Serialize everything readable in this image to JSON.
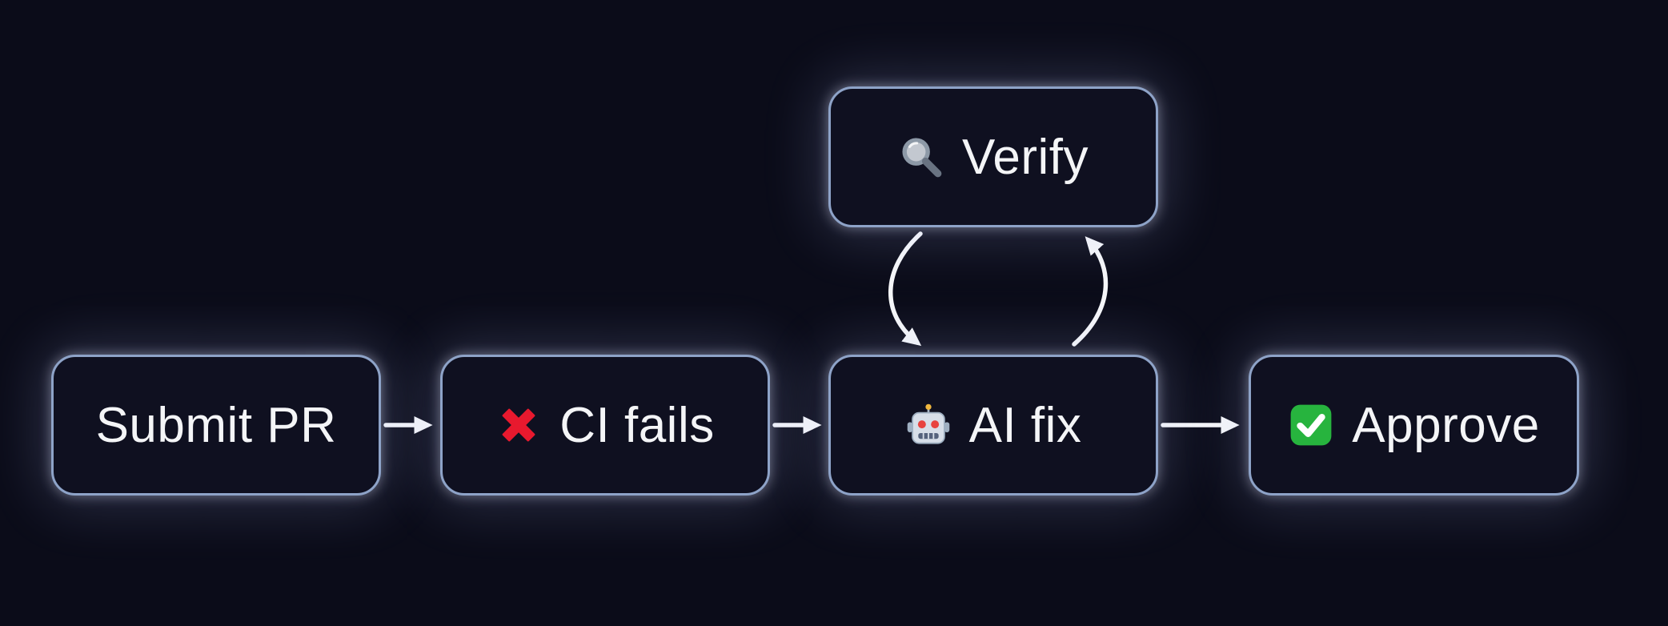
{
  "canvas": {
    "background_color": "#0b0c19",
    "node_fill_color": "#0f1020",
    "node_border_color": "#8ea3c8",
    "arrow_color": "#f5f6f8",
    "text_color": "#f4f5f7"
  },
  "diagram": {
    "type": "flowchart",
    "nodes": [
      {
        "id": "submit-pr",
        "label": "Submit PR",
        "icon": null
      },
      {
        "id": "ci-fails",
        "label": "CI fails",
        "icon": "cross-mark-icon",
        "icon_color": "#e8192e"
      },
      {
        "id": "ai-fix",
        "label": "AI fix",
        "icon": "robot-icon",
        "icon_color": "#d7dee8"
      },
      {
        "id": "approve",
        "label": "Approve",
        "icon": "check-mark-icon",
        "icon_color": "#27b43e"
      },
      {
        "id": "verify",
        "label": "Verify",
        "icon": "magnifier-icon",
        "icon_color": "#b9c3cf"
      }
    ],
    "edges": [
      {
        "from": "submit-pr",
        "to": "ci-fails",
        "style": "straight"
      },
      {
        "from": "ci-fails",
        "to": "ai-fix",
        "style": "straight"
      },
      {
        "from": "ai-fix",
        "to": "approve",
        "style": "straight"
      },
      {
        "from": "verify",
        "to": "ai-fix",
        "style": "curved-left"
      },
      {
        "from": "ai-fix",
        "to": "verify",
        "style": "curved-right"
      }
    ]
  }
}
